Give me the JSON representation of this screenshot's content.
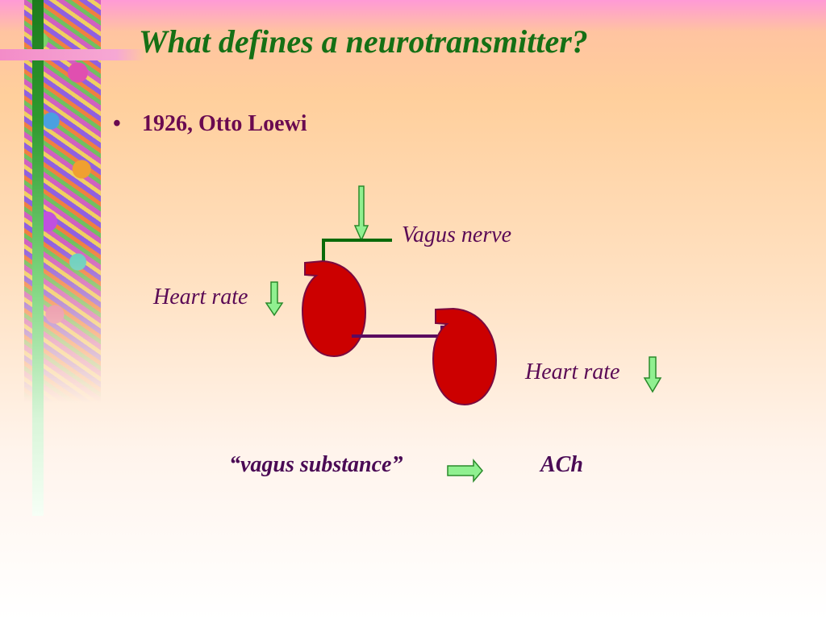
{
  "slide": {
    "title": "What defines a neurotransmitter?",
    "bullets": [
      {
        "marker": "•",
        "text": "1926, Otto Loewi"
      }
    ]
  },
  "diagram": {
    "vagus_label": "Vagus nerve",
    "heart_rate_label_1": "Heart rate",
    "heart_rate_label_2": "Heart rate",
    "substance_label": "“vagus substance”",
    "result_label": "ACh"
  },
  "colors": {
    "title": "#157015",
    "text": "#5a0a55",
    "heart_fill": "#cc0000",
    "heart_stroke": "#7a0a40",
    "nerve": "#0a6a0a",
    "connector": "#5a0a60",
    "arrow_fill": "#90f090",
    "arrow_stroke": "#2a8a2a"
  }
}
